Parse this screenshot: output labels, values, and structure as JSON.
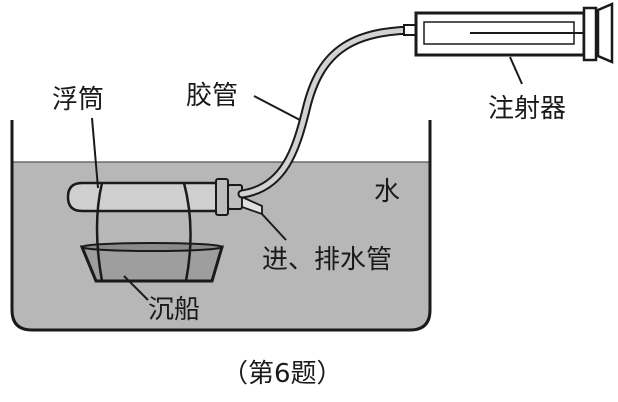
{
  "labels": {
    "float_tube": "浮筒",
    "rubber_hose": "胶管",
    "syringe": "注射器",
    "water": "水",
    "inlet_outlet_pipe": "进、排水管",
    "sunken_ship": "沉船"
  },
  "caption": "（第6题）",
  "colors": {
    "water": "#b7b7b7",
    "line": "#1a1a1a"
  }
}
